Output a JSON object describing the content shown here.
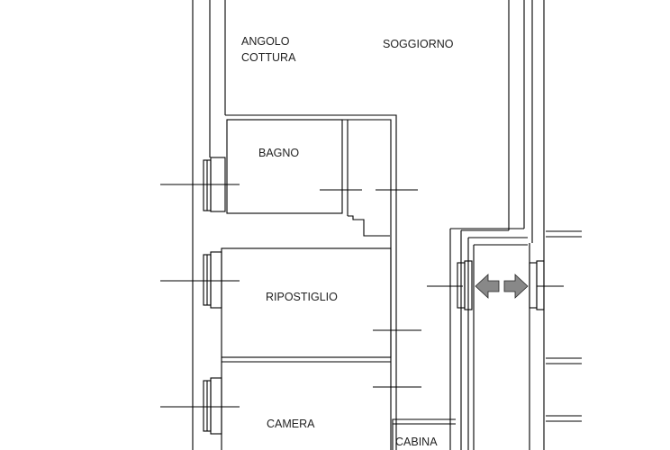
{
  "floor_plan": {
    "rooms": {
      "angolo_cottura": {
        "line1": "ANGOLO",
        "line2": "COTTURA"
      },
      "soggiorno": "SOGGIORNO",
      "bagno": "BAGNO",
      "ripostiglio": "RIPOSTIGLIO",
      "camera": "CAMERA",
      "cabina": "CABINA"
    },
    "icons": [
      "arrow-left-icon",
      "arrow-right-icon",
      "window-icon"
    ],
    "colors": {
      "lines": "#000000",
      "arrow_fill": "#888888",
      "background": "#ffffff"
    }
  }
}
